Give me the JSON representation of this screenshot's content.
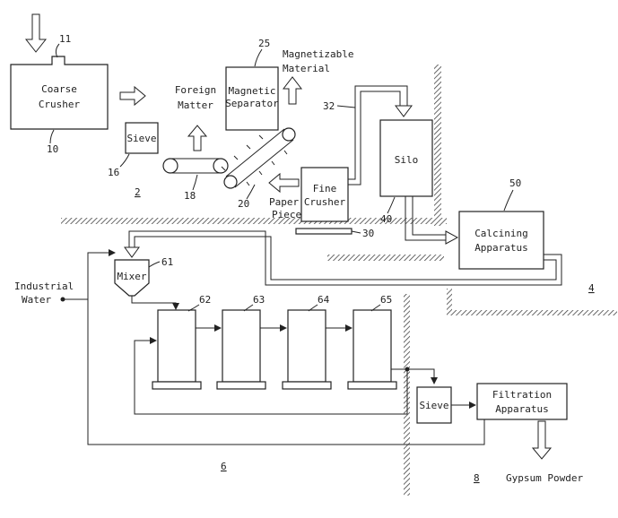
{
  "labels": {
    "coarse_crusher_l1": "Coarse",
    "coarse_crusher_l2": "Crusher",
    "sieve_top": "Sieve",
    "foreign_matter_l1": "Foreign",
    "foreign_matter_l2": "Matter",
    "magnetic_sep_l1": "Magnetic",
    "magnetic_sep_l2": "Separator",
    "magnetizable_l1": "Magnetizable",
    "magnetizable_l2": "Material",
    "paper_pieces_l1": "Paper",
    "paper_pieces_l2": "Pieces",
    "fine_crusher_l1": "Fine",
    "fine_crusher_l2": "Crusher",
    "silo": "Silo",
    "calcining_l1": "Calcining",
    "calcining_l2": "Apparatus",
    "industrial_water_l1": "Industrial",
    "industrial_water_l2": "Water",
    "mixer": "Mixer",
    "sieve_bottom": "Sieve",
    "filtration_l1": "Filtration",
    "filtration_l2": "Apparatus",
    "gypsum_powder": "Gypsum Powder"
  },
  "refs": {
    "r11": "11",
    "r10": "10",
    "r16": "16",
    "r18": "18",
    "r2": "2",
    "r20": "20",
    "r25": "25",
    "r32": "32",
    "r30": "30",
    "r40": "40",
    "r50": "50",
    "r4": "4",
    "r61": "61",
    "r62": "62",
    "r63": "63",
    "r64": "64",
    "r65": "65",
    "r6": "6",
    "r8": "8"
  }
}
